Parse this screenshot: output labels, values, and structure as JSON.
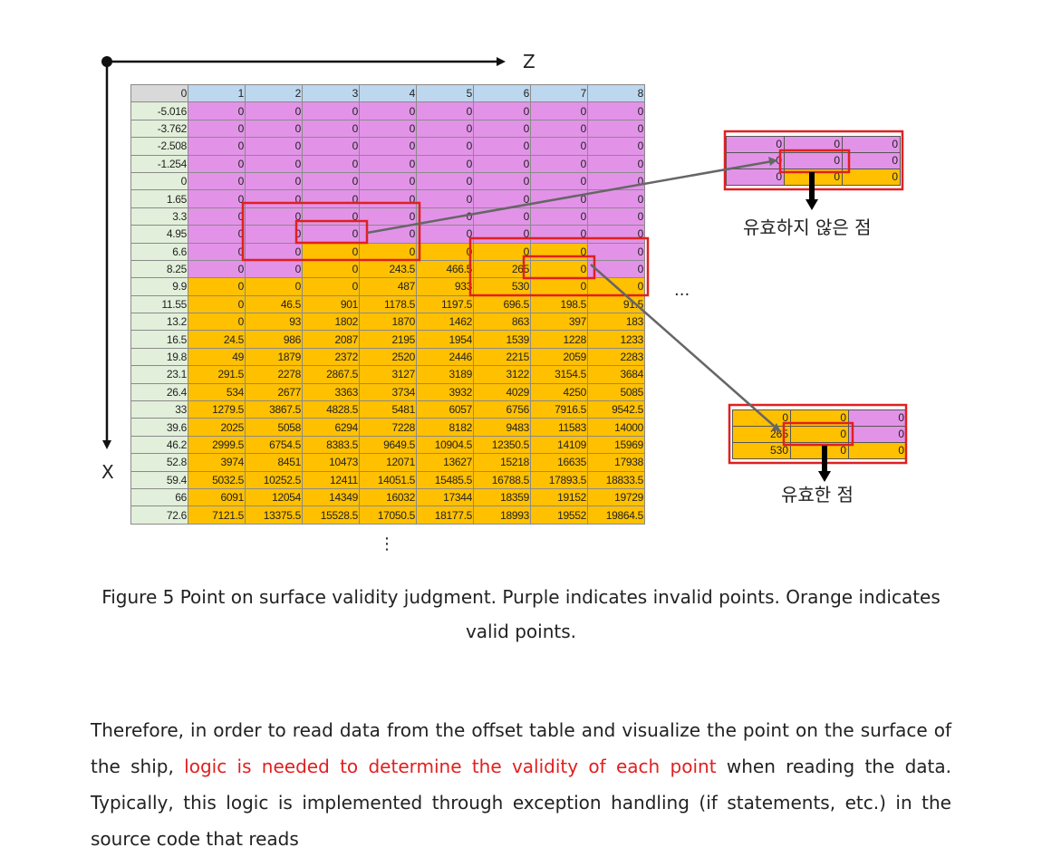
{
  "figure": {
    "axis_z_label": "Z",
    "axis_x_label": "X",
    "table": {
      "header": [
        "0",
        "1",
        "2",
        "3",
        "4",
        "5",
        "6",
        "7",
        "8"
      ],
      "rows": [
        {
          "x": "-5.016",
          "vals": [
            "0",
            "0",
            "0",
            "0",
            "0",
            "0",
            "0",
            "0"
          ],
          "cls": [
            "p",
            "p",
            "p",
            "p",
            "p",
            "p",
            "p",
            "p"
          ]
        },
        {
          "x": "-3.762",
          "vals": [
            "0",
            "0",
            "0",
            "0",
            "0",
            "0",
            "0",
            "0"
          ],
          "cls": [
            "p",
            "p",
            "p",
            "p",
            "p",
            "p",
            "p",
            "p"
          ]
        },
        {
          "x": "-2.508",
          "vals": [
            "0",
            "0",
            "0",
            "0",
            "0",
            "0",
            "0",
            "0"
          ],
          "cls": [
            "p",
            "p",
            "p",
            "p",
            "p",
            "p",
            "p",
            "p"
          ]
        },
        {
          "x": "-1.254",
          "vals": [
            "0",
            "0",
            "0",
            "0",
            "0",
            "0",
            "0",
            "0"
          ],
          "cls": [
            "p",
            "p",
            "p",
            "p",
            "p",
            "p",
            "p",
            "p"
          ]
        },
        {
          "x": "0",
          "vals": [
            "0",
            "0",
            "0",
            "0",
            "0",
            "0",
            "0",
            "0"
          ],
          "cls": [
            "p",
            "p",
            "p",
            "p",
            "p",
            "p",
            "p",
            "p"
          ]
        },
        {
          "x": "1.65",
          "vals": [
            "0",
            "0",
            "0",
            "0",
            "0",
            "0",
            "0",
            "0"
          ],
          "cls": [
            "p",
            "p",
            "p",
            "p",
            "p",
            "p",
            "p",
            "p"
          ]
        },
        {
          "x": "3.3",
          "vals": [
            "0",
            "0",
            "0",
            "0",
            "0",
            "0",
            "0",
            "0"
          ],
          "cls": [
            "p",
            "p",
            "p",
            "p",
            "p",
            "p",
            "p",
            "p"
          ]
        },
        {
          "x": "4.95",
          "vals": [
            "0",
            "0",
            "0",
            "0",
            "0",
            "0",
            "0",
            "0"
          ],
          "cls": [
            "p",
            "p",
            "p",
            "p",
            "p",
            "p",
            "p",
            "p"
          ]
        },
        {
          "x": "6.6",
          "vals": [
            "0",
            "0",
            "0",
            "0",
            "0",
            "0",
            "0",
            "0"
          ],
          "cls": [
            "p",
            "p",
            "v",
            "v",
            "v",
            "v",
            "v",
            "p"
          ]
        },
        {
          "x": "8.25",
          "vals": [
            "0",
            "0",
            "0",
            "243.5",
            "466.5",
            "265",
            "0",
            "0"
          ],
          "cls": [
            "p",
            "p",
            "v",
            "v",
            "v",
            "v",
            "v",
            "p"
          ]
        },
        {
          "x": "9.9",
          "vals": [
            "0",
            "0",
            "0",
            "487",
            "933",
            "530",
            "0",
            "0"
          ],
          "cls": [
            "v",
            "v",
            "v",
            "v",
            "v",
            "v",
            "v",
            "v"
          ]
        },
        {
          "x": "11.55",
          "vals": [
            "0",
            "46.5",
            "901",
            "1178.5",
            "1197.5",
            "696.5",
            "198.5",
            "91.5"
          ],
          "cls": [
            "v",
            "v",
            "v",
            "v",
            "v",
            "v",
            "v",
            "v"
          ]
        },
        {
          "x": "13.2",
          "vals": [
            "0",
            "93",
            "1802",
            "1870",
            "1462",
            "863",
            "397",
            "183"
          ],
          "cls": [
            "v",
            "v",
            "v",
            "v",
            "v",
            "v",
            "v",
            "v"
          ]
        },
        {
          "x": "16.5",
          "vals": [
            "24.5",
            "986",
            "2087",
            "2195",
            "1954",
            "1539",
            "1228",
            "1233"
          ],
          "cls": [
            "v",
            "v",
            "v",
            "v",
            "v",
            "v",
            "v",
            "v"
          ]
        },
        {
          "x": "19.8",
          "vals": [
            "49",
            "1879",
            "2372",
            "2520",
            "2446",
            "2215",
            "2059",
            "2283"
          ],
          "cls": [
            "v",
            "v",
            "v",
            "v",
            "v",
            "v",
            "v",
            "v"
          ]
        },
        {
          "x": "23.1",
          "vals": [
            "291.5",
            "2278",
            "2867.5",
            "3127",
            "3189",
            "3122",
            "3154.5",
            "3684"
          ],
          "cls": [
            "v",
            "v",
            "v",
            "v",
            "v",
            "v",
            "v",
            "v"
          ]
        },
        {
          "x": "26.4",
          "vals": [
            "534",
            "2677",
            "3363",
            "3734",
            "3932",
            "4029",
            "4250",
            "5085"
          ],
          "cls": [
            "v",
            "v",
            "v",
            "v",
            "v",
            "v",
            "v",
            "v"
          ]
        },
        {
          "x": "33",
          "vals": [
            "1279.5",
            "3867.5",
            "4828.5",
            "5481",
            "6057",
            "6756",
            "7916.5",
            "9542.5"
          ],
          "cls": [
            "v",
            "v",
            "v",
            "v",
            "v",
            "v",
            "v",
            "v"
          ]
        },
        {
          "x": "39.6",
          "vals": [
            "2025",
            "5058",
            "6294",
            "7228",
            "8182",
            "9483",
            "11583",
            "14000"
          ],
          "cls": [
            "v",
            "v",
            "v",
            "v",
            "v",
            "v",
            "v",
            "v"
          ]
        },
        {
          "x": "46.2",
          "vals": [
            "2999.5",
            "6754.5",
            "8383.5",
            "9649.5",
            "10904.5",
            "12350.5",
            "14109",
            "15969"
          ],
          "cls": [
            "v",
            "v",
            "v",
            "v",
            "v",
            "v",
            "v",
            "v"
          ]
        },
        {
          "x": "52.8",
          "vals": [
            "3974",
            "8451",
            "10473",
            "12071",
            "13627",
            "15218",
            "16635",
            "17938"
          ],
          "cls": [
            "v",
            "v",
            "v",
            "v",
            "v",
            "v",
            "v",
            "v"
          ]
        },
        {
          "x": "59.4",
          "vals": [
            "5032.5",
            "10252.5",
            "12411",
            "14051.5",
            "15485.5",
            "16788.5",
            "17893.5",
            "18833.5"
          ],
          "cls": [
            "v",
            "v",
            "v",
            "v",
            "v",
            "v",
            "v",
            "v"
          ]
        },
        {
          "x": "66",
          "vals": [
            "6091",
            "12054",
            "14349",
            "16032",
            "17344",
            "18359",
            "19152",
            "19729"
          ],
          "cls": [
            "v",
            "v",
            "v",
            "v",
            "v",
            "v",
            "v",
            "v"
          ]
        },
        {
          "x": "72.6",
          "vals": [
            "7121.5",
            "13375.5",
            "15528.5",
            "17050.5",
            "18177.5",
            "18993",
            "19552",
            "19864.5"
          ],
          "cls": [
            "v",
            "v",
            "v",
            "v",
            "v",
            "v",
            "v",
            "v"
          ]
        }
      ]
    },
    "invalid_example": {
      "rows": [
        [
          "0",
          "0",
          "0"
        ],
        [
          "0",
          "0",
          "0"
        ],
        [
          "0",
          "0",
          "0"
        ]
      ],
      "cls": [
        [
          "p",
          "p",
          "p"
        ],
        [
          "p",
          "p",
          "p"
        ],
        [
          "p",
          "v",
          "v"
        ]
      ],
      "label": "유효하지 않은 점"
    },
    "valid_example": {
      "rows": [
        [
          "0",
          "0",
          "0"
        ],
        [
          "265",
          "0",
          "0"
        ],
        [
          "530",
          "0",
          "0"
        ]
      ],
      "cls": [
        [
          "v",
          "v",
          "p"
        ],
        [
          "v",
          "v",
          "p"
        ],
        [
          "v",
          "v",
          "v"
        ]
      ],
      "label": "유효한 점"
    },
    "ellipsis_right": "...",
    "ellipsis_down": "⋮",
    "colors": {
      "invalid": "#e293e8",
      "valid": "#ffc000",
      "highlight": "#e02020",
      "header": "#bdd7ee",
      "row_header": "#e2efda"
    }
  },
  "caption": "Figure 5 Point on surface validity judgment. Purple indicates invalid points. Orange indicates valid points.",
  "paragraph": {
    "before": "Therefore, in order to read data from the offset table and visualize the point on the surface of the ship, ",
    "highlight": "logic is needed to determine the validity of each point",
    "after": " when reading the data. Typically, this logic is implemented through exception handling (if statements, etc.) in the source code that reads"
  }
}
